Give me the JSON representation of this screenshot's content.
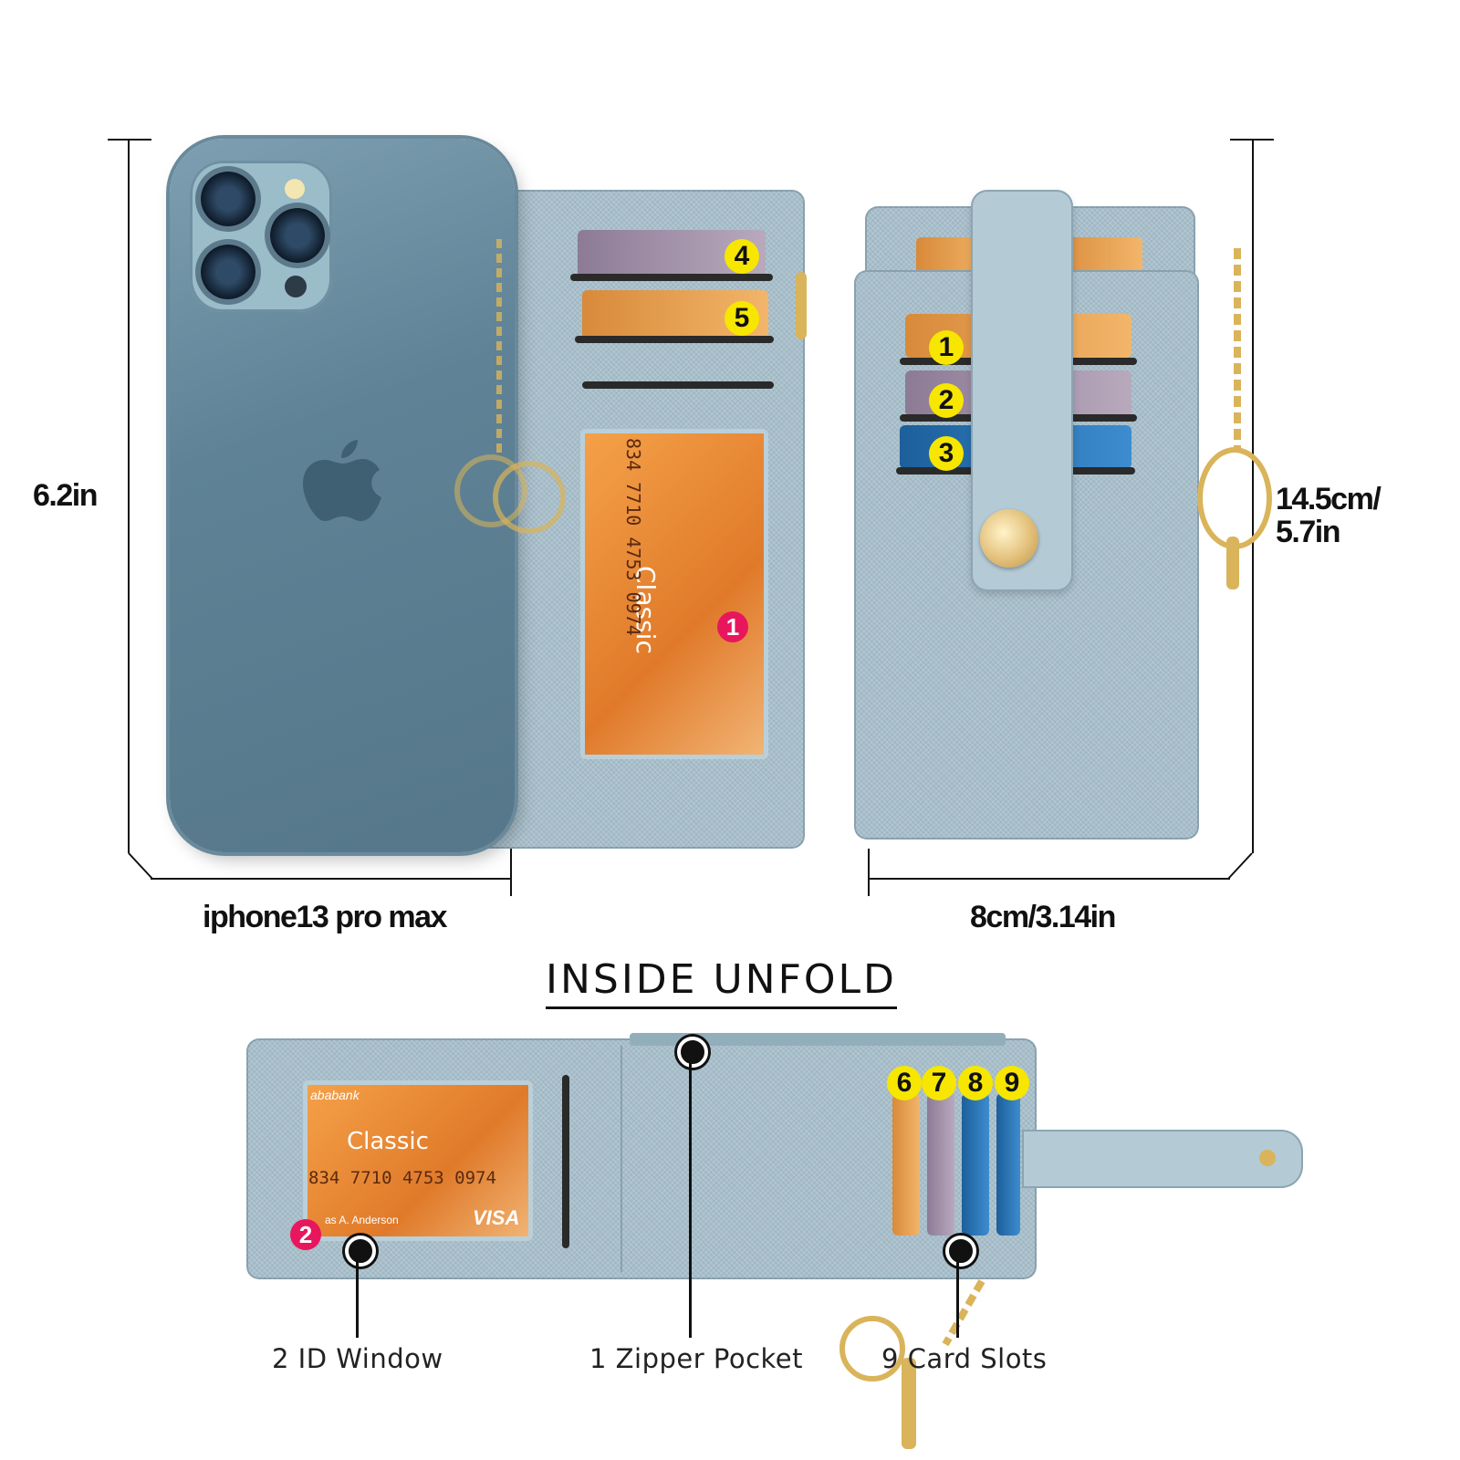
{
  "dimensions": {
    "phone_height": "6.2in",
    "wallet_height_line1": "14.5cm/",
    "wallet_height_line2": "5.7in",
    "phone_label": "iphone13 pro max",
    "wallet_width": "8cm/3.14in"
  },
  "inside": {
    "title": "INSIDE UNFOLD",
    "features": [
      {
        "label": "2 ID Window"
      },
      {
        "label": "1 Zipper Pocket"
      },
      {
        "label": "9 Card Slots"
      }
    ]
  },
  "badges": {
    "back": [
      "4",
      "5"
    ],
    "back_window": "1",
    "front": [
      "1",
      "2",
      "3"
    ],
    "unfold_slots": [
      "6",
      "7",
      "8",
      "9"
    ],
    "unfold_window": "2"
  },
  "card_text": {
    "classic": "Classic",
    "visa": "VISA",
    "number": "834 7710 4753 0974",
    "holder": "as A. Anderson",
    "bank": "ababank"
  },
  "colors": {
    "leather": "#a9c1cd",
    "badge_yellow": "#f7e600",
    "badge_pink": "#e8175d",
    "hardware_gold": "#d9b45a",
    "phone": "#5f8296"
  }
}
